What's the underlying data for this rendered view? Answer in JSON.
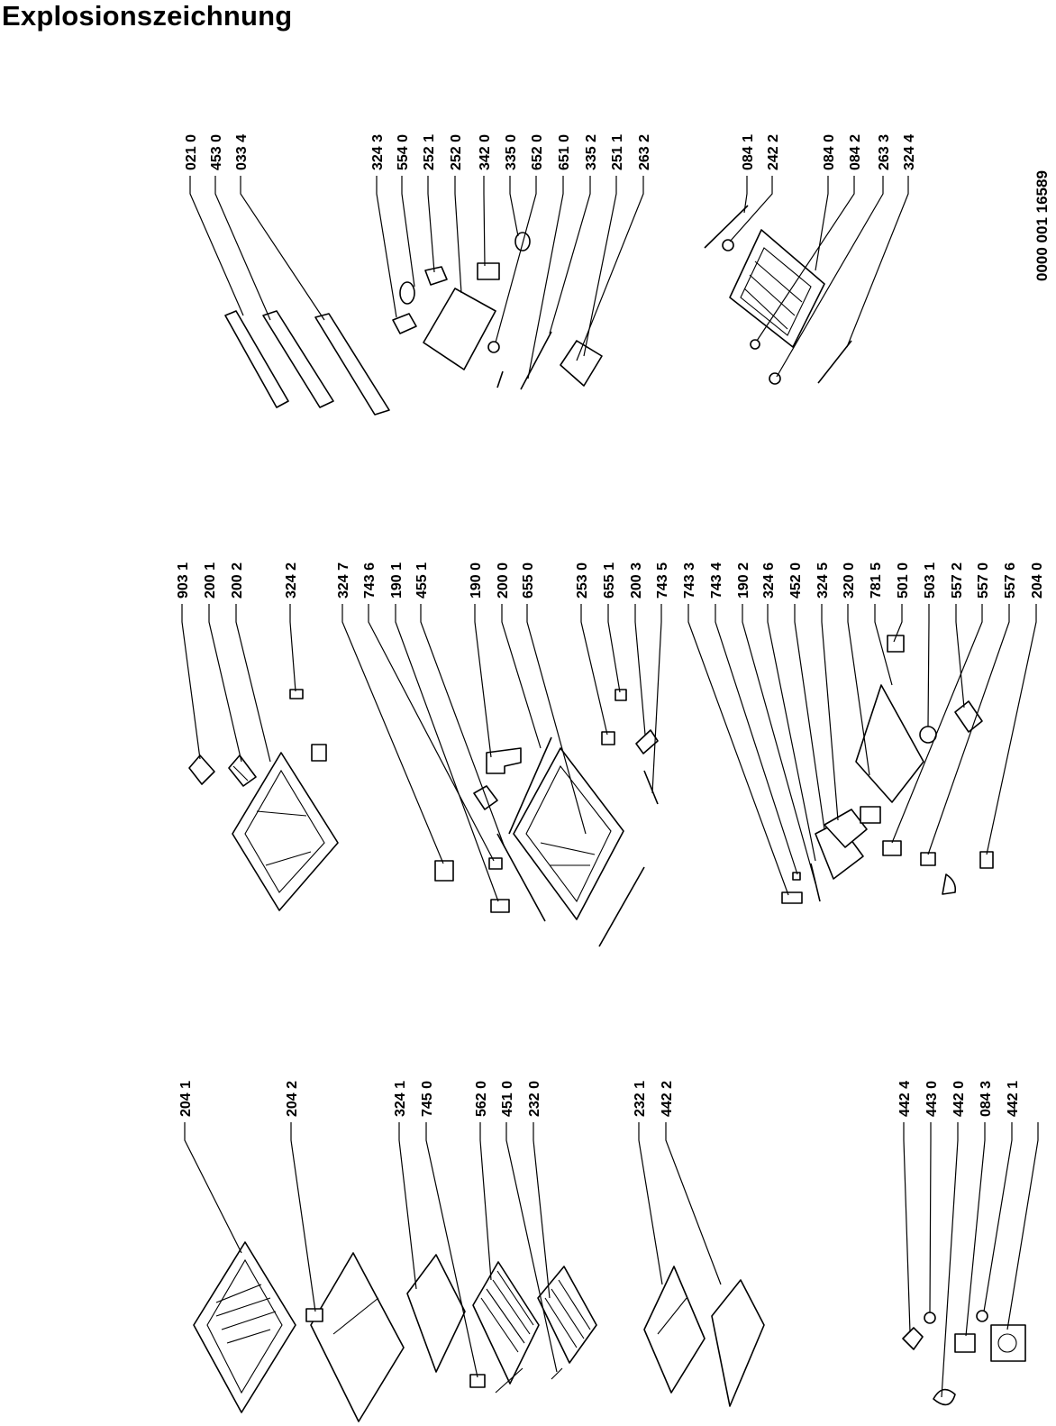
{
  "title": "Explosionszeichnung",
  "document_number": "0000 001 16589",
  "labels": [
    "021 0",
    "453 0",
    "033 4",
    "324 3",
    "554 0",
    "252 1",
    "252 0",
    "342 0",
    "335 0",
    "652 0",
    "651 0",
    "335 2",
    "251 1",
    "263 2",
    "084 1",
    "242 2",
    "084 0",
    "084 2",
    "263 3",
    "324 4",
    "903 1",
    "200 1",
    "200 2",
    "324 2",
    "324 7",
    "743 6",
    "190 1",
    "455 1",
    "190 0",
    "200 0",
    "655 0",
    "253 0",
    "655 1",
    "200 3",
    "743 5",
    "743 3",
    "743 4",
    "190 2",
    "324 6",
    "452 0",
    "324 5",
    "320 0",
    "781 5",
    "501 0",
    "503 1",
    "557 2",
    "557 0",
    "557 6",
    "204 0",
    "204 1",
    "204 2",
    "324 1",
    "745 0",
    "562 0",
    "451 0",
    "232 0",
    "232 1",
    "442 2",
    "442 4",
    "443 0",
    "442 0",
    "084 3",
    "442 1"
  ]
}
